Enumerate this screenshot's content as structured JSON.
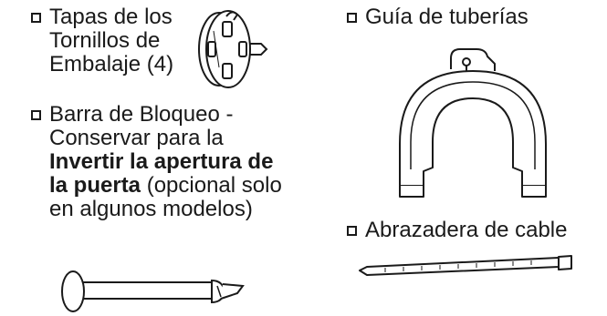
{
  "items": {
    "screw_caps": {
      "lines": [
        "Tapas de los",
        "Tornillos de",
        "Embalaje (4)"
      ]
    },
    "lock_bar": {
      "line1": "Barra de Bloqueo -",
      "line2": "Conservar para la",
      "bold1": "Invertir la apertura de",
      "bold2": "la puerta",
      "rest": " (opcional solo",
      "line5": "en algunos modelos)"
    },
    "pipe_guide": {
      "label": "Guía de tuberías"
    },
    "cable_tie": {
      "label": "Abrazadera de cable"
    }
  }
}
